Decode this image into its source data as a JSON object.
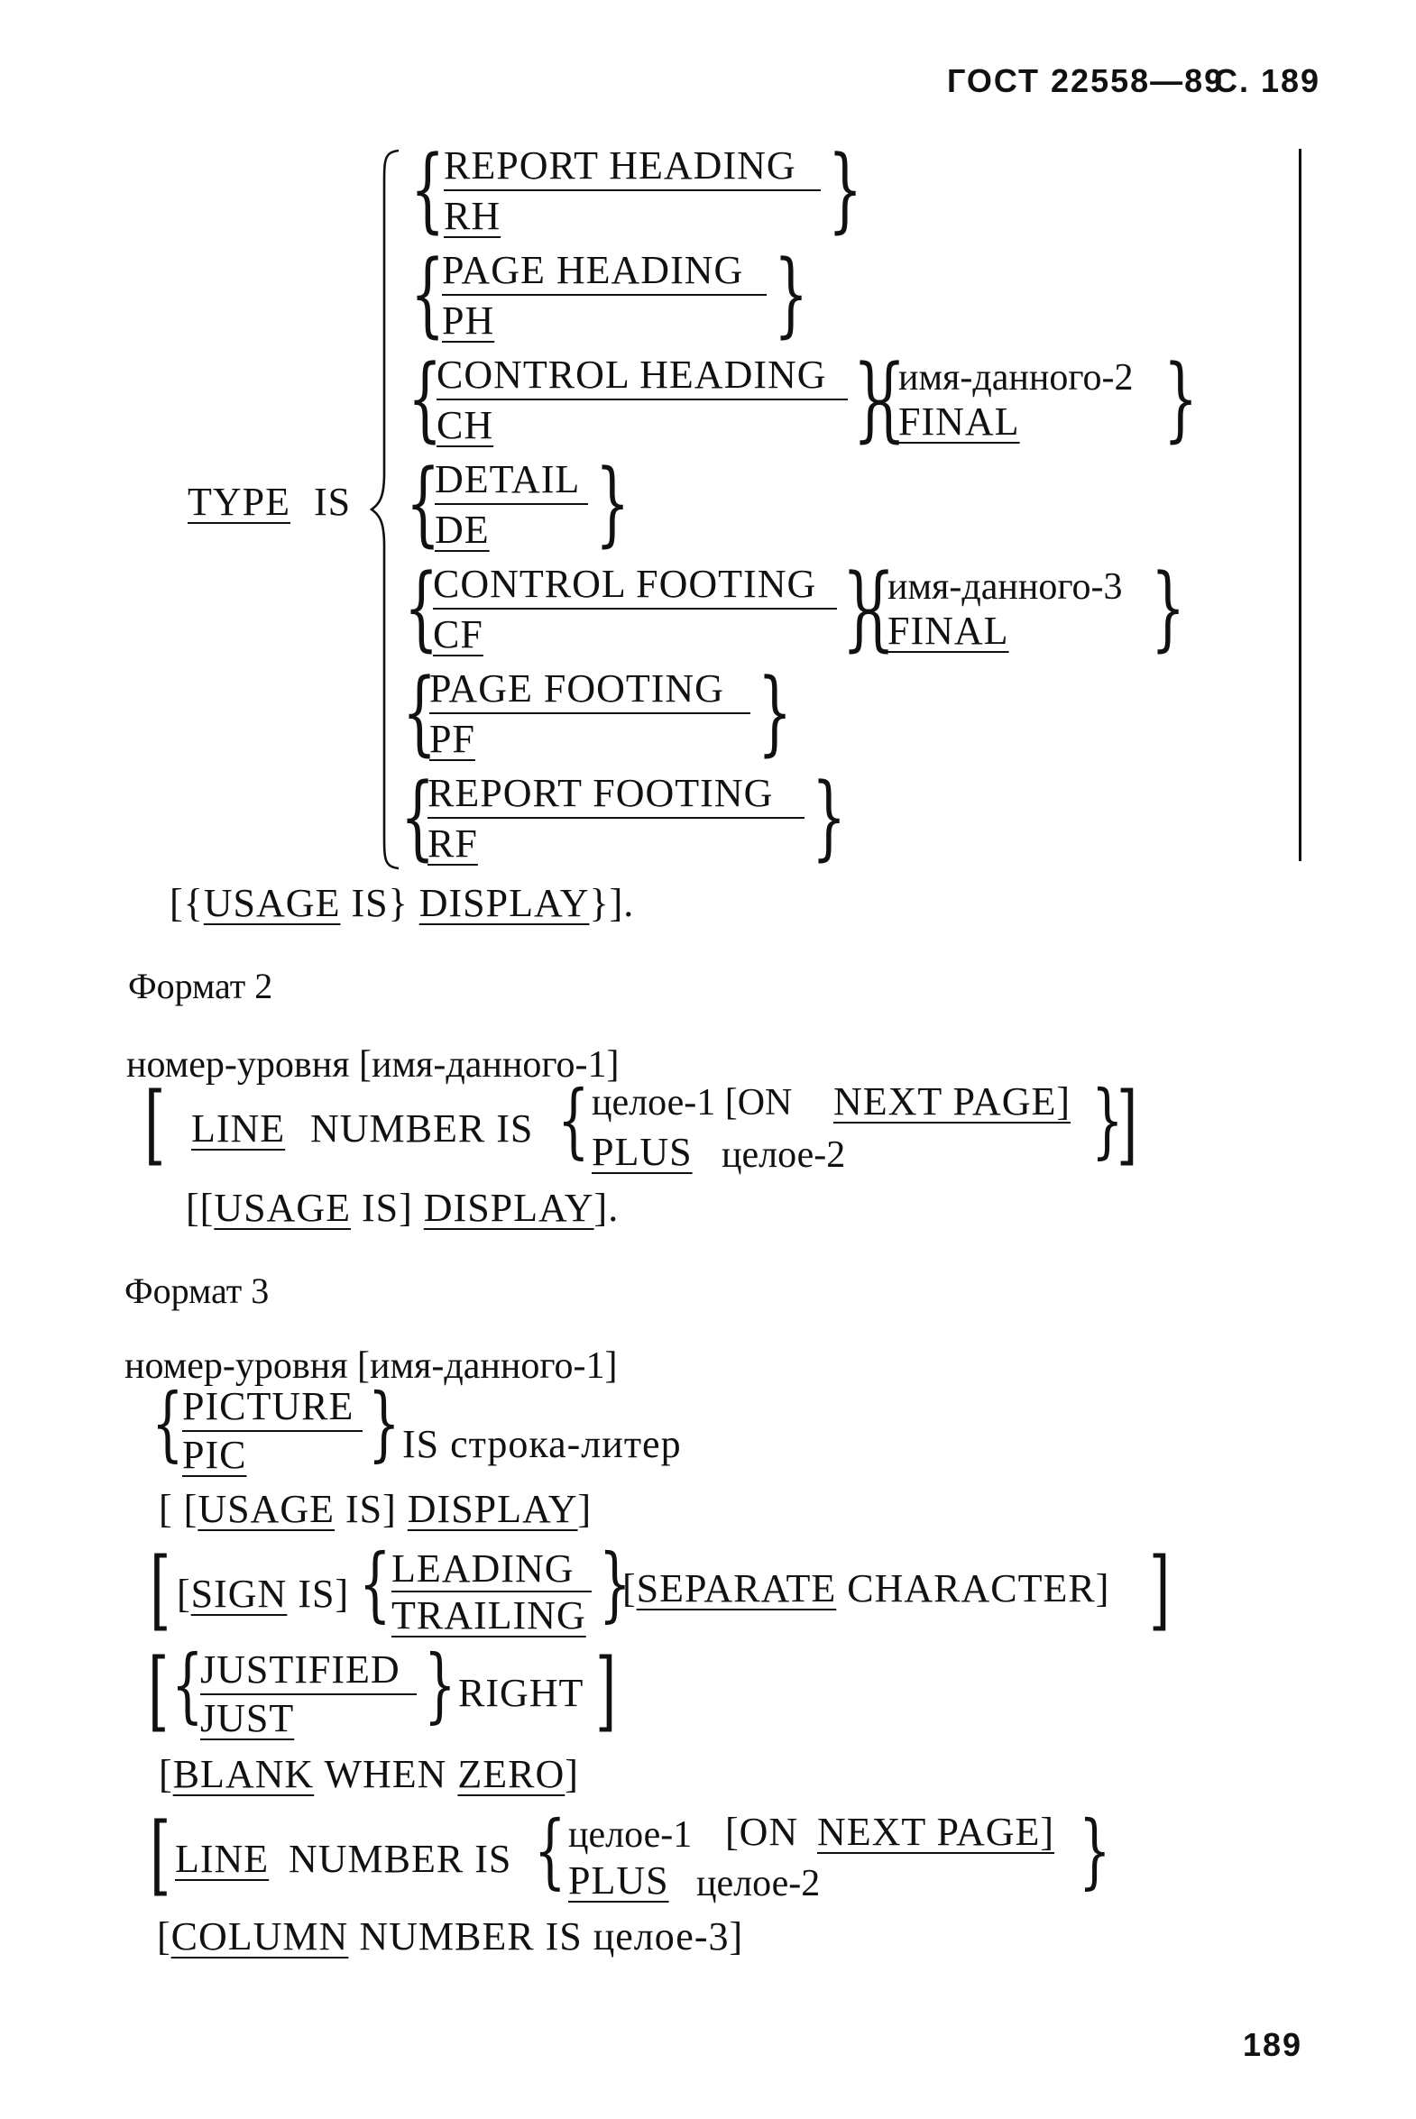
{
  "header": {
    "gost": "ГОСТ 22558—89",
    "page_ref": "С. 189"
  },
  "format1": {
    "type_is": {
      "type": "TYPE",
      "is": "IS"
    },
    "groups": [
      {
        "long": "REPORT HEADING",
        "short": "RH"
      },
      {
        "long": "PAGE HEADING",
        "short": "PH"
      },
      {
        "long": "CONTROL HEADING",
        "short": "CH",
        "alt1": "имя-данного-2",
        "alt2": "FINAL"
      },
      {
        "long": "DETAIL",
        "short": "DE"
      },
      {
        "long": "CONTROL FOOTING",
        "short": "CF",
        "alt1": "имя-данного-3",
        "alt2": "FINAL"
      },
      {
        "long": "PAGE FOOTING",
        "short": "PF"
      },
      {
        "long": "REPORT FOOTING",
        "short": "RF"
      }
    ],
    "usage": {
      "open": "[{",
      "usage": "USAGE",
      "is": "IS}",
      "display": "DISPLAY",
      "close": "}]."
    }
  },
  "format2": {
    "heading": "Формат 2",
    "level_line": "номер-уровня [имя-данного-1]",
    "line_number": {
      "line": "LINE",
      "rest": "NUMBER IS",
      "int1": "целое-1 [ON",
      "next_page": "NEXT PAGE]",
      "plus": "PLUS",
      "int2": "целое-2"
    },
    "usage": {
      "open": "[[",
      "usage": "USAGE",
      "is": "IS]",
      "display": "DISPLAY",
      "close": "]."
    }
  },
  "format3": {
    "heading": "Формат 3",
    "level_line": "номер-уровня [имя-данного-1]",
    "picture": {
      "long": "PICTURE",
      "short": "PIC",
      "rest": "IS строка-литер"
    },
    "usage": {
      "open": "[ [",
      "usage": "USAGE",
      "is": "IS]",
      "display": "DISPLAY",
      "close": "]"
    },
    "sign": {
      "open": "[",
      "sign": "SIGN",
      "is": "IS]",
      "leading": "LEADING",
      "trailing": "TRAILING",
      "separate_open": "[",
      "separate": "SEPARATE",
      "character": "CHARACTER]"
    },
    "justified": {
      "long": "JUSTIFIED",
      "short": "JUST",
      "right": "RIGHT"
    },
    "blank": {
      "open": "[",
      "blank": "BLANK",
      "when": "WHEN",
      "zero": "ZERO",
      "close": "]"
    },
    "line_number": {
      "line": "LINE",
      "rest": "NUMBER IS",
      "int1": "целое-1",
      "on": "[ON",
      "next_page": "NEXT PAGE]",
      "plus": "PLUS",
      "int2": "целое-2"
    },
    "column": {
      "open": "[",
      "column": "COLUMN",
      "rest": "NUMBER IS целое-3]"
    }
  },
  "footer": {
    "page_number": "189"
  }
}
